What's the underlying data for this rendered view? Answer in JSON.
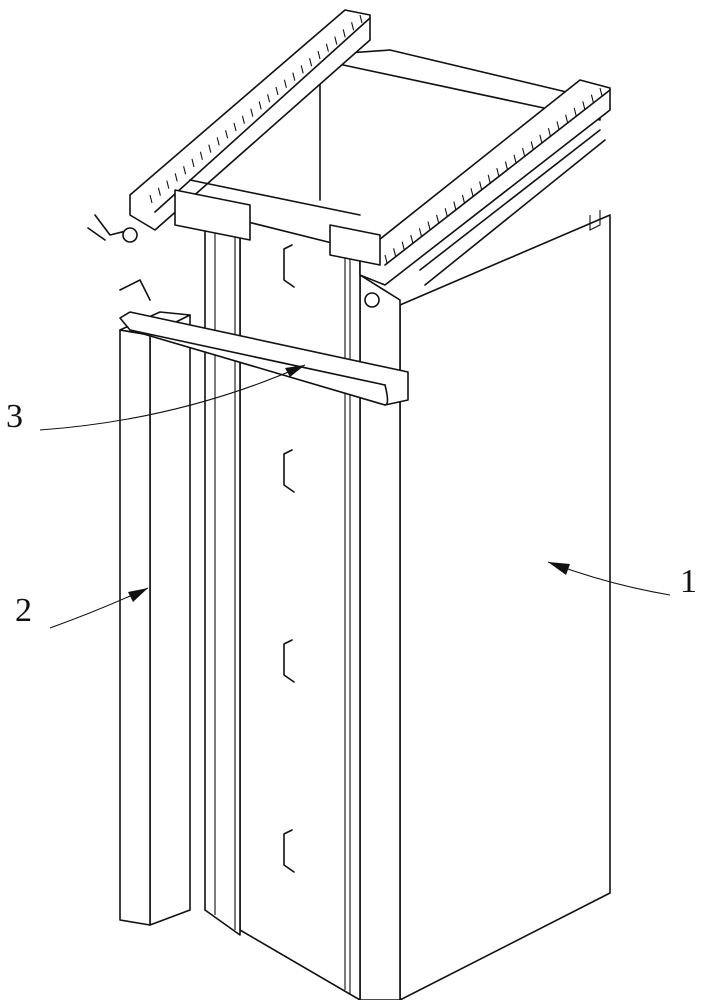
{
  "labels": {
    "panel": "1",
    "column": "2",
    "band": "3"
  },
  "colors": {
    "line": "#111111",
    "background": "#ffffff"
  }
}
